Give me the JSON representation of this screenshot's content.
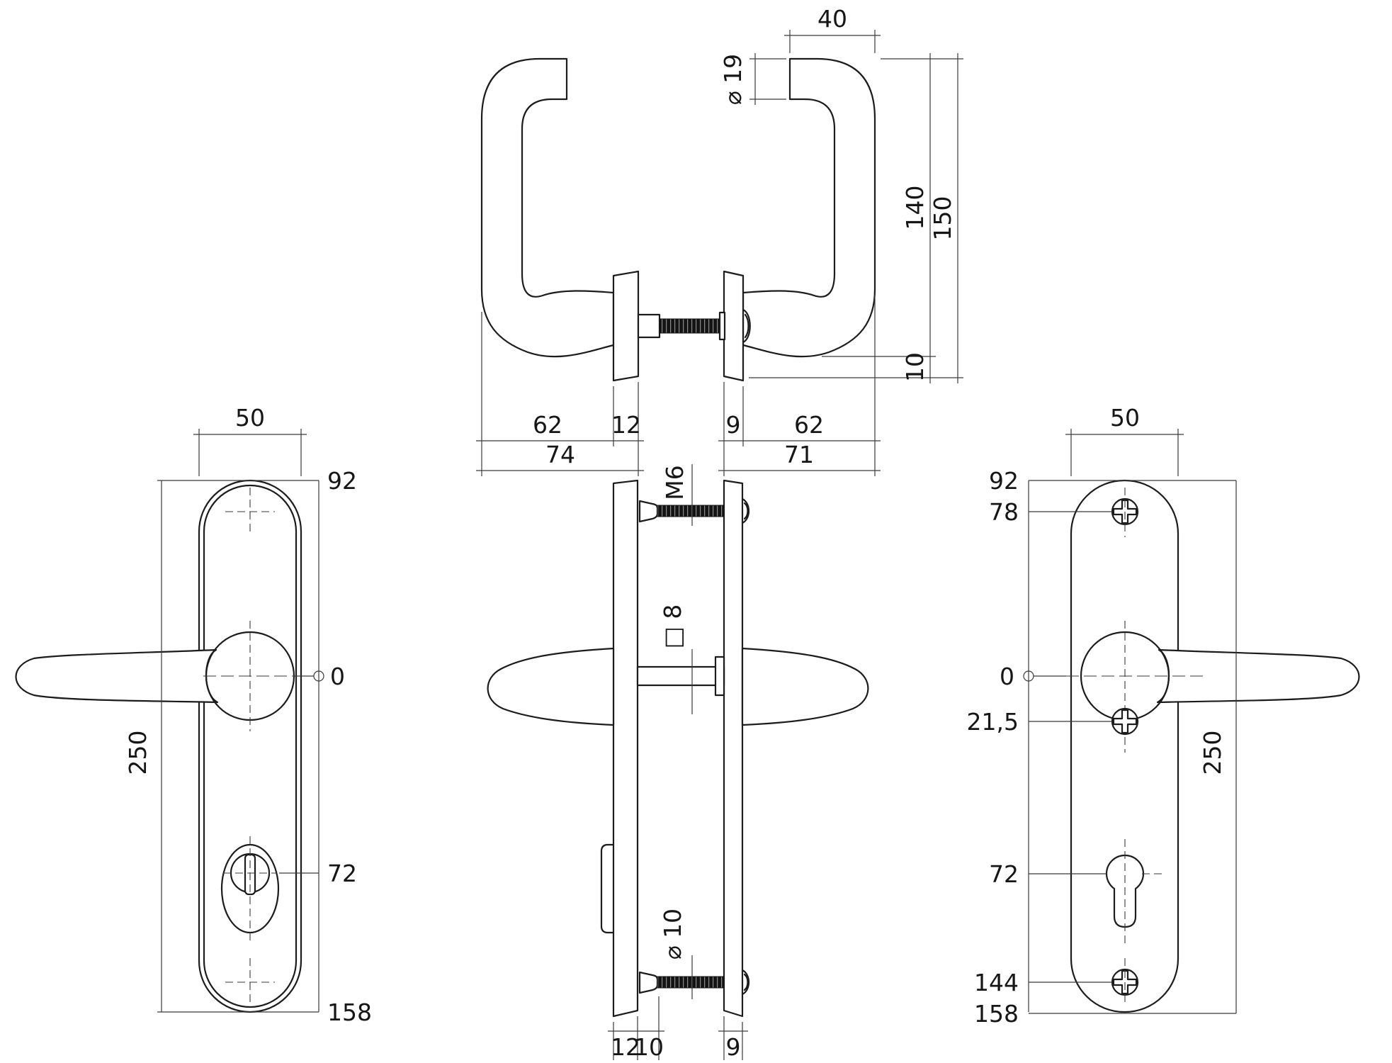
{
  "drawing": {
    "kind": "technical line drawing",
    "subject": "security door handle set with lever handles, backplates, spindle and fixing screws",
    "colors": {
      "line": "#1c1c1c",
      "dimension": "#3a3a3a",
      "background": "#ffffff",
      "thread_fill": "#141414"
    }
  },
  "views": {
    "top": {
      "name": "lever pair - plan view",
      "dims": {
        "d40": "40",
        "d19": "⌀ 19",
        "d140": "140",
        "d150": "150",
        "d10": "10",
        "d62l": "62",
        "d12": "12",
        "d74": "74",
        "d9": "9",
        "d62r": "62",
        "d71": "71"
      }
    },
    "left": {
      "name": "outside security plate - front view",
      "dims": {
        "d50": "50",
        "d92": "92",
        "d0": "0",
        "d250": "250",
        "d72": "72",
        "d158": "158"
      }
    },
    "middle": {
      "name": "assembly - side view",
      "dims": {
        "m6": "M6",
        "sq8": "□ 8",
        "dia10": "⌀ 10",
        "d12": "12",
        "d10": "10",
        "d9": "9"
      }
    },
    "right": {
      "name": "inside plate - front view",
      "dims": {
        "d50": "50",
        "d92": "92",
        "d78": "78",
        "d0": "0",
        "d215": "21,5",
        "d250": "250",
        "d72": "72",
        "d144": "144",
        "d158": "158"
      }
    }
  }
}
